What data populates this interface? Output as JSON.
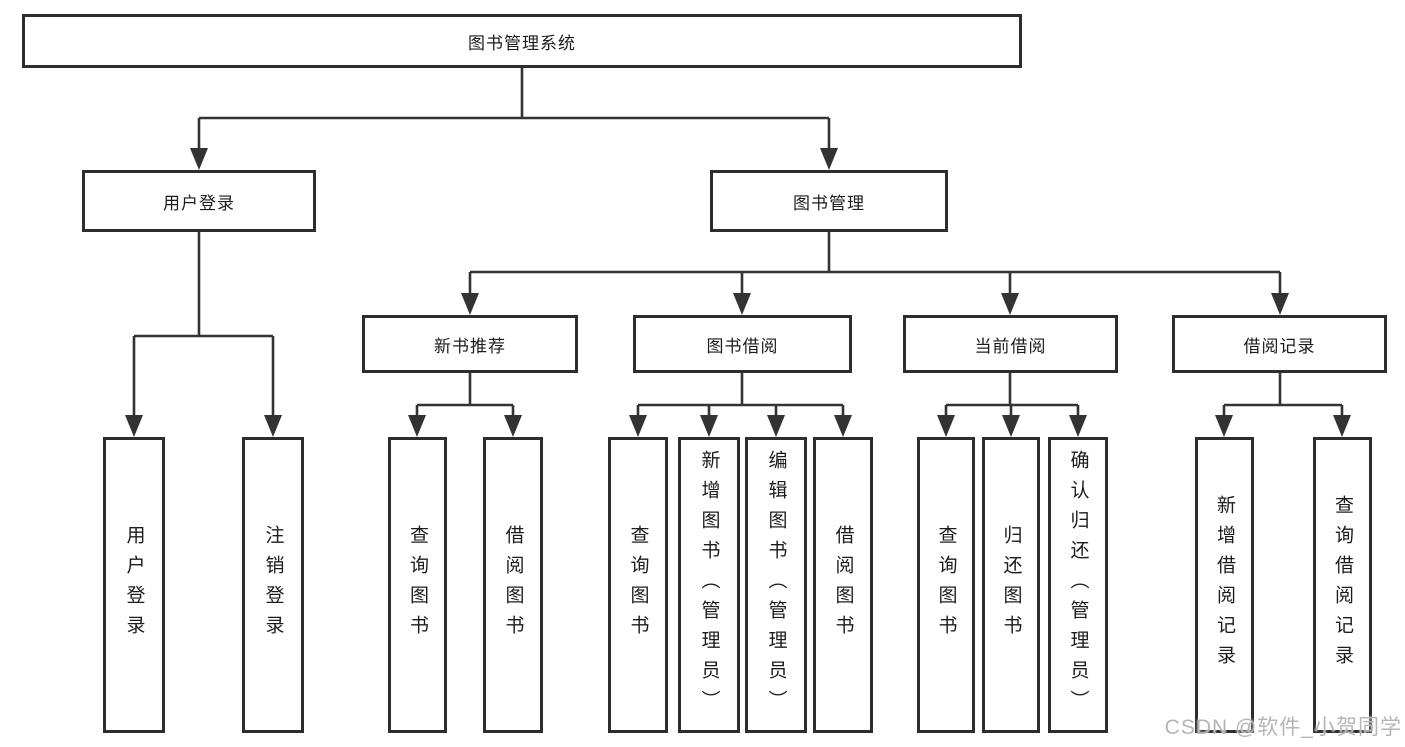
{
  "nodes": {
    "root": "图书管理系统",
    "user_login": "用户登录",
    "book_mgmt": "图书管理",
    "new_book_rec": "新书推荐",
    "book_borrow": "图书借阅",
    "current_borrow": "当前借阅",
    "borrow_record": "借阅记录",
    "leaf_user_login": "用户登录",
    "leaf_logout": "注销登录",
    "leaf_nbr_query": "查询图书",
    "leaf_nbr_borrow": "借阅图书",
    "leaf_bb_query": "查询图书",
    "leaf_bb_add": "新增图书（管理员）",
    "leaf_bb_edit": "编辑图书（管理员）",
    "leaf_bb_borrow": "借阅图书",
    "leaf_cb_query": "查询图书",
    "leaf_cb_return": "归还图书",
    "leaf_cb_confirm": "确认归还（管理员）",
    "leaf_br_add": "新增借阅记录",
    "leaf_br_query": "查询借阅记录"
  },
  "watermark": "CSDN @软件_小贺同学",
  "colors": {
    "line": "#333333",
    "box_border": "#2d2d2d",
    "text": "#1c1c1c",
    "watermark_text": "#b5b5b5",
    "background": "#ffffff"
  }
}
